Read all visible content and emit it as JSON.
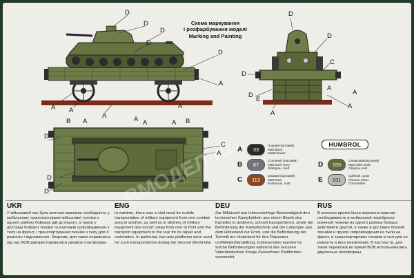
{
  "heading": {
    "line1": "Схема маркування",
    "line2": "і розфарбування моделі",
    "line3": "Marking and Painting"
  },
  "callouts": {
    "side_view": [
      "D",
      "D",
      "D",
      "D",
      "D",
      "A",
      "A",
      "A",
      "A",
      "A"
    ],
    "front_view": [
      "D",
      "D",
      "C",
      "D",
      "D",
      "A",
      "E",
      "A",
      "A",
      "A"
    ],
    "top_view": [
      "B",
      "A",
      "A",
      "A",
      "A",
      "B",
      "D",
      "D",
      "D",
      "C",
      "A"
    ]
  },
  "paint_key": [
    {
      "letter": "A",
      "code": "33",
      "chip_color": "#2b2b2b",
      "lines": [
        "Чорний (матовий)",
        "Matt Black",
        "Mattschwarz"
      ]
    },
    {
      "letter": "B",
      "code": "87",
      "chip_color": "#6f7478",
      "lines": [
        "Сталевий (матовий)",
        "Matt Steel Grey",
        "Stahlgrau, matt"
      ]
    },
    {
      "letter": "C",
      "code": "113",
      "chip_color": "#8a4720",
      "lines": [
        "Іржавий (матовий)",
        "Matt Rust",
        "Rostbraun, matt"
      ]
    },
    {
      "letter": "D",
      "code": "155",
      "chip_color": "#5e6b3a",
      "lines": [
        "Оливковий(матовий)",
        "Matt Olive Drab",
        "Olivgrau,matt"
      ]
    },
    {
      "letter": "E",
      "code": "191",
      "chip_color": "#b9b9b9",
      "lines": [
        "Срібний, хром",
        "Chrome Silver",
        "Chromsilber"
      ]
    }
  ],
  "brand": "HUMBROL",
  "columns": [
    {
      "lang": "UKR",
      "text": "У військовий час була життєво важлива необхідність у мобільному транспортуванні військової техніки з одного району бойових дій до іншого, а також у доставці бойової техніки та вантажів супроводження з тилу на фронт, і транспортування техніки з тилу для її ремонту і відновлення. Зокрема, для таких перевезень під час ВОВ використовувалися двовісні платформи."
    },
    {
      "lang": "ENG",
      "text": "In wartime, there was a vital need for mobile transportation of military equipment from one combat area to another, as well as in delivery of military equipment and escort cargo from rear to front and the transport equipment to the rear for its repair and restoration. In particular, two-axis platforms were used for such transportations during the Second World War"
    },
    {
      "lang": "DEU",
      "text": "Zur Militärzeit war lebenswichtige Notwendigkeit den technischen Kampfmitteln aus einem Bezirk des Kampfes in anderem, schnell transportieren, sowie die Beförderung der Kampftechnik und der Ladungen aus dem Hinterland zur Front, und die Beförderung der Technik ins Hinterland für ihre Reparatur undWiederherstellung. Insbesondere wurden für solche Beförderungen während des Grossen Vaterländischen Kriegs Zweiachsen Plattformen verwendet."
    },
    {
      "lang": "RUS",
      "text": "В военное время была жизненно-важная необходимость в мобильной переброске военной техники из одного района боевых действий в другой, а также в доставке боевой техники и грузов сопровождения из тыла на фронт, и транспортировки техники в тыл для ее ремонта и восстановления. В частности, для таких перевозок во время ВОВ использовались двухосные платформы."
    }
  ],
  "watermark": "ВМОДЕЛ.ru"
}
